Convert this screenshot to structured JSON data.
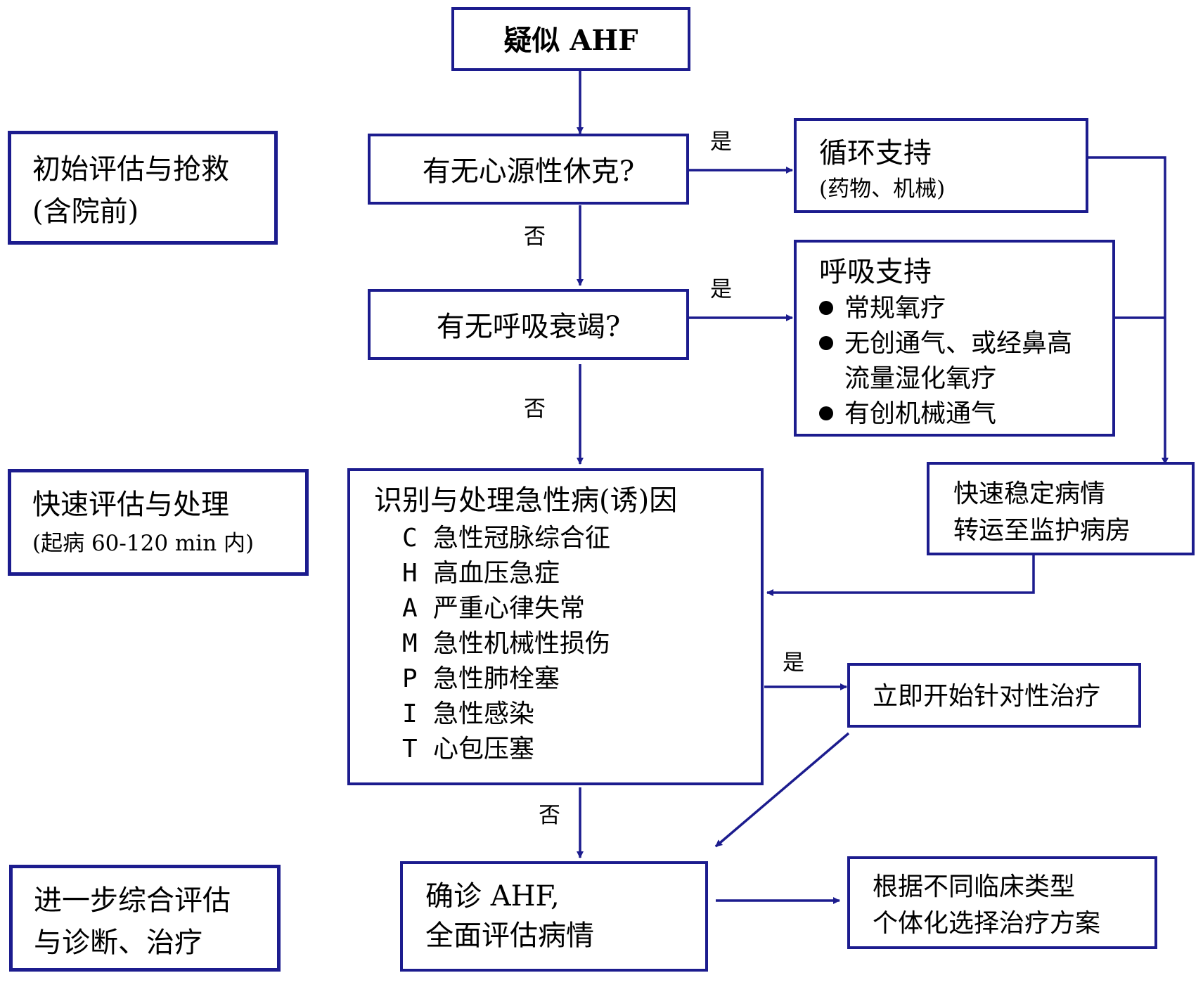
{
  "start": "疑似 AHF",
  "shock_q": "有无心源性休克?",
  "resp_q": "有无呼吸衰竭?",
  "yes": "是",
  "no": "否",
  "circ": {
    "title": "循环支持",
    "sub": "(药物、机械)"
  },
  "resp": {
    "title": "呼吸支持",
    "items": [
      "常规氧疗",
      "无创通气、或经鼻高",
      "流量湿化氧疗",
      "有创机械通气"
    ]
  },
  "stabilize": [
    "快速稳定病情",
    "转运至监护病房"
  ],
  "identify": {
    "title": "识别与处理急性病(诱)因",
    "rows": [
      {
        "code": "C",
        "text": "急性冠脉综合征"
      },
      {
        "code": "H",
        "text": "高血压急症"
      },
      {
        "code": "A",
        "text": "严重心律失常"
      },
      {
        "code": "M",
        "text": "急性机械性损伤"
      },
      {
        "code": "P",
        "text": "急性肺栓塞"
      },
      {
        "code": "I",
        "text": "急性感染"
      },
      {
        "code": "T",
        "text": "心包压塞"
      }
    ]
  },
  "targeted": "立即开始针对性治疗",
  "confirm": [
    "确诊 AHF,",
    "全面评估病情"
  ],
  "individual": [
    "根据不同临床类型",
    "个体化选择治疗方案"
  ],
  "stages": [
    [
      "初始评估与抢救",
      "(含院前)"
    ],
    [
      "快速评估与处理",
      "(起病 60-120 min 内)"
    ],
    [
      "进一步综合评估",
      "与诊断、治疗"
    ]
  ],
  "colors": {
    "line": "#1c1c8e"
  }
}
